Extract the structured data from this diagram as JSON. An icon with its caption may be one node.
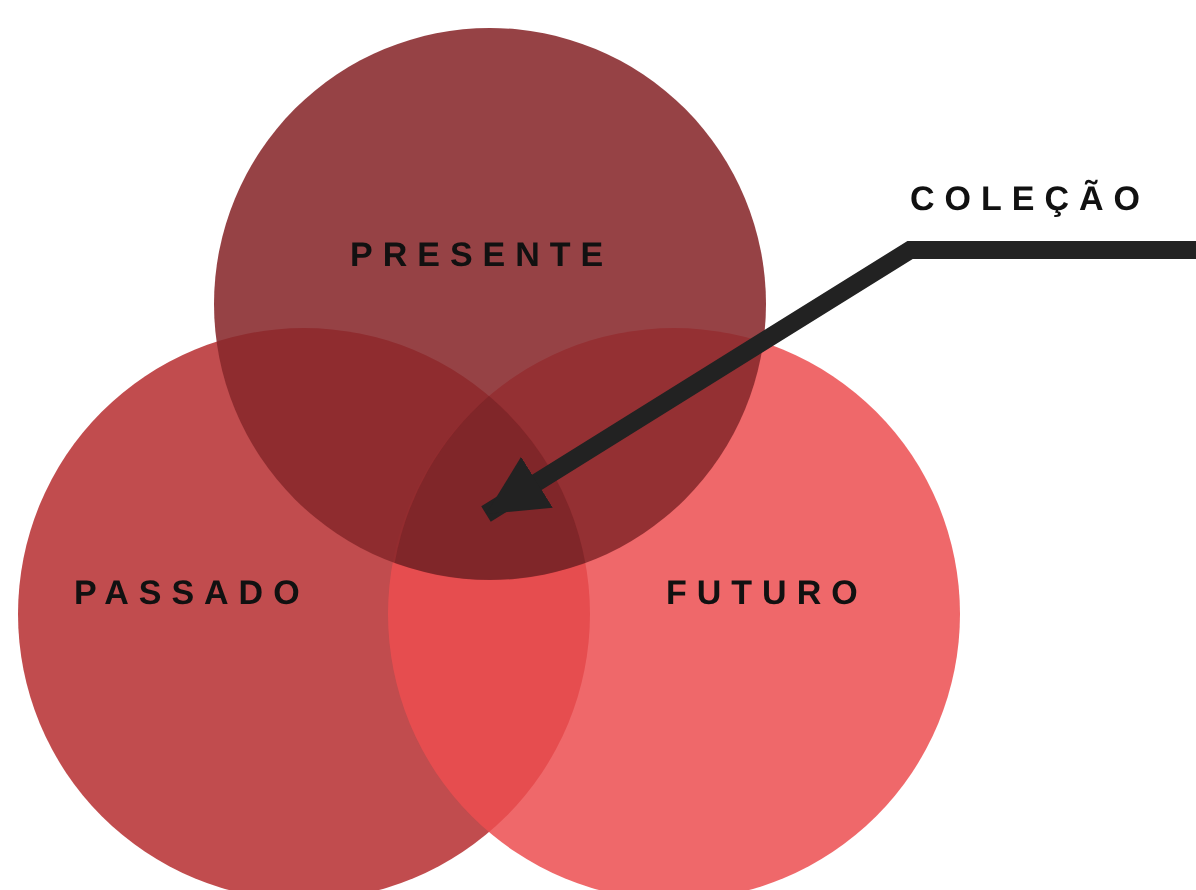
{
  "diagram": {
    "nodes": [
      {
        "text": [
          "PRESENTE"
        ]
      },
      {
        "text": [
          "COLEÇÃO"
        ]
      },
      {
        "text": [
          "PASSADO"
        ]
      },
      {
        "text": [
          "FUTURO"
        ]
      },
      {
        "text": [],
        "shape": "region"
      }
    ],
    "edges": [
      {
        "from": 1,
        "to": 4,
        "arrow": "to"
      }
    ]
  }
}
